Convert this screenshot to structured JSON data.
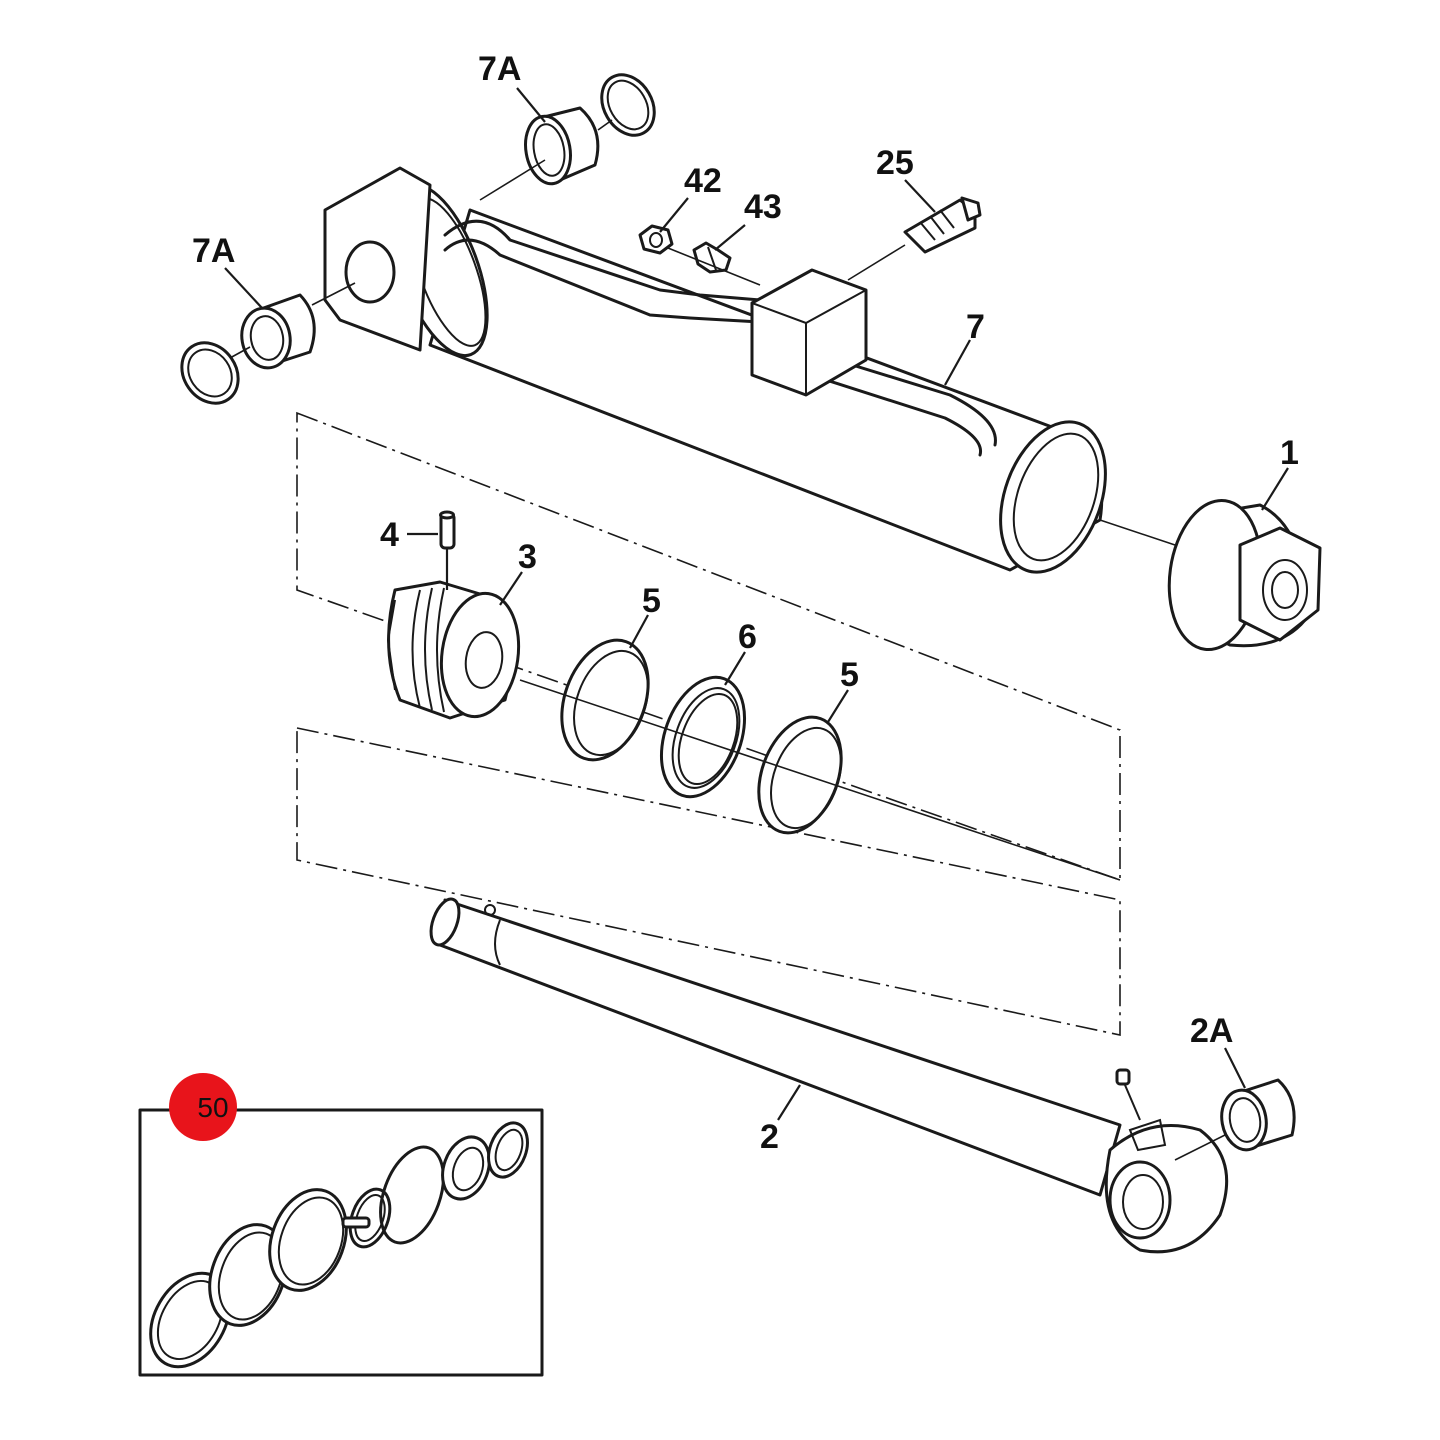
{
  "diagram": {
    "callouts": [
      {
        "id": "c7a-top",
        "label": "7A"
      },
      {
        "id": "c7a-left",
        "label": "7A"
      },
      {
        "id": "c42",
        "label": "42"
      },
      {
        "id": "c43",
        "label": "43"
      },
      {
        "id": "c25",
        "label": "25"
      },
      {
        "id": "c7",
        "label": "7"
      },
      {
        "id": "c1",
        "label": "1"
      },
      {
        "id": "c4",
        "label": "4"
      },
      {
        "id": "c3",
        "label": "3"
      },
      {
        "id": "c5-a",
        "label": "5"
      },
      {
        "id": "c6",
        "label": "6"
      },
      {
        "id": "c5-b",
        "label": "5"
      },
      {
        "id": "c2a",
        "label": "2A"
      },
      {
        "id": "c2",
        "label": "2"
      }
    ],
    "kit": {
      "badge_label": "50",
      "badge_color": "#e8141b"
    }
  }
}
